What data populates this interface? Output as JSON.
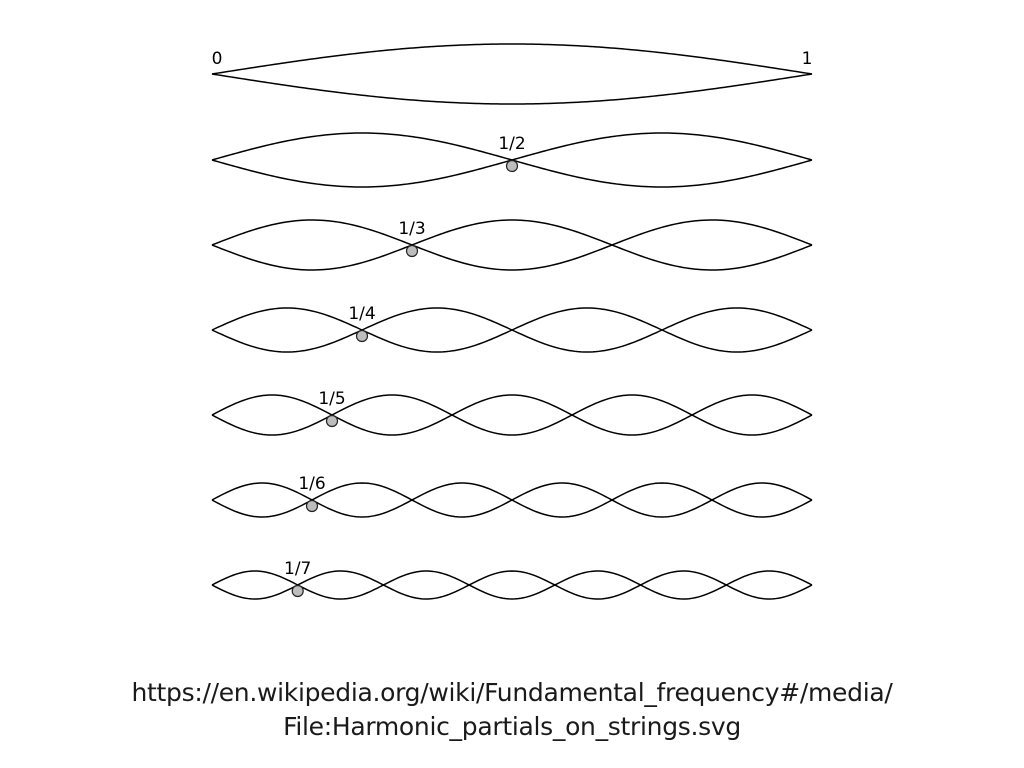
{
  "diagram": {
    "string_start_label": "0",
    "string_end_label": "1",
    "harmonics": [
      {
        "mode": 1,
        "node_label": ""
      },
      {
        "mode": 2,
        "node_label": "1/2"
      },
      {
        "mode": 3,
        "node_label": "1/3"
      },
      {
        "mode": 4,
        "node_label": "1/4"
      },
      {
        "mode": 5,
        "node_label": "1/5"
      },
      {
        "mode": 6,
        "node_label": "1/6"
      },
      {
        "mode": 7,
        "node_label": "1/7"
      }
    ],
    "colors": {
      "stroke": "#000000",
      "node_fill": "#bdbdbd"
    }
  },
  "caption": {
    "line1": "https://en.wikipedia.org/wiki/Fundamental_frequency#/media/",
    "line2": "File:Harmonic_partials_on_strings.svg"
  }
}
